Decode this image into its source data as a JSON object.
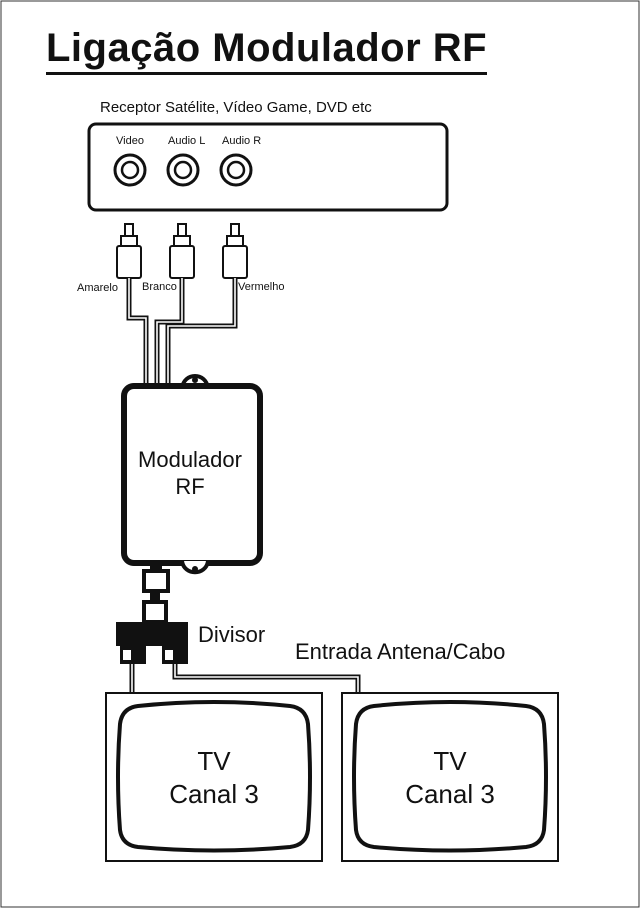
{
  "title": "Ligação Modulador RF",
  "receiver": {
    "label": "Receptor Satélite, Vídeo Game, DVD etc",
    "jacks": [
      "Video",
      "Audio L",
      "Audio R"
    ]
  },
  "cables": [
    "Amarelo",
    "Branco",
    "Vermelho"
  ],
  "modulator": {
    "line1": "Modulador",
    "line2": "RF"
  },
  "splitter_label": "Divisor",
  "antenna_label": "Entrada Antena/Cabo",
  "tvs": [
    {
      "line1": "TV",
      "line2": "Canal 3"
    },
    {
      "line1": "TV",
      "line2": "Canal 3"
    }
  ]
}
